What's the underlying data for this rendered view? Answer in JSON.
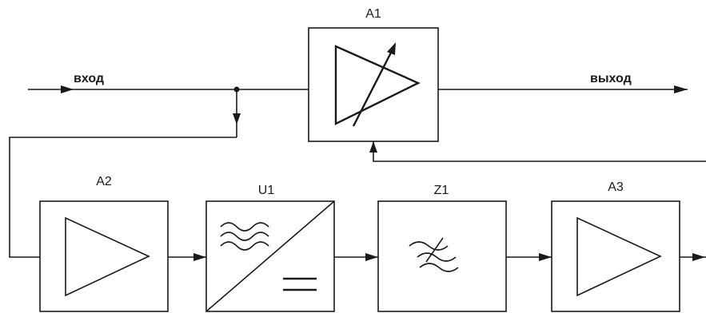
{
  "signals": {
    "input": "вход",
    "output": "выход"
  },
  "blocks": [
    {
      "id": "A1",
      "label": "A1",
      "symbol": "variable-amplifier-icon"
    },
    {
      "id": "A2",
      "label": "A2",
      "symbol": "amplifier-icon"
    },
    {
      "id": "U1",
      "label": "U1",
      "symbol": "ac-dc-converter-icon"
    },
    {
      "id": "Z1",
      "label": "Z1",
      "symbol": "filter-icon"
    },
    {
      "id": "A3",
      "label": "A3",
      "symbol": "amplifier-icon"
    }
  ],
  "colors": {
    "line": "#1a1a1a",
    "background": "#ffffff"
  }
}
